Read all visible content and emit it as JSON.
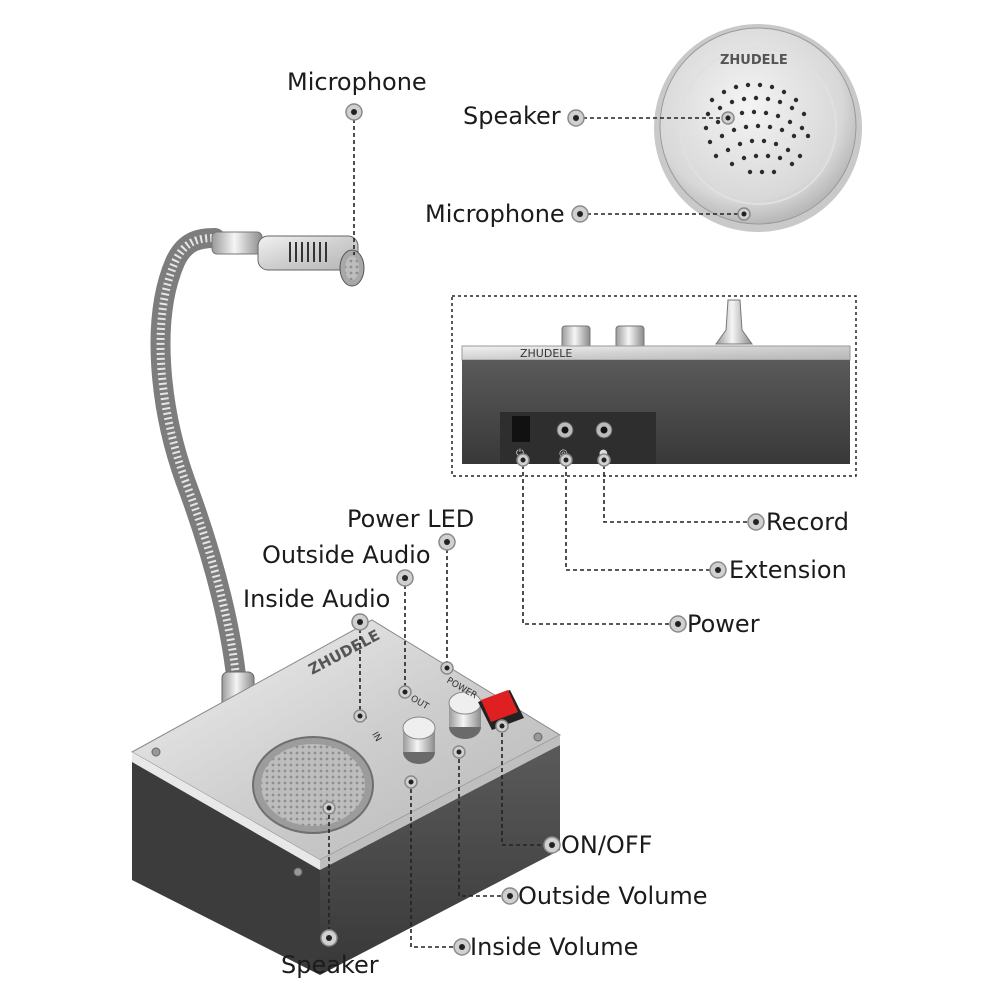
{
  "brand": "ZHUDELE",
  "device_labels": {
    "in": "IN",
    "out": "OUT",
    "power": "POWER"
  },
  "callouts": {
    "microphone_gooseneck": "Microphone",
    "speaker_outside": "Speaker",
    "microphone_outside": "Microphone",
    "power_led": "Power LED",
    "outside_audio": "Outside Audio",
    "inside_audio": "Inside Audio",
    "record": "Record",
    "extension": "Extension",
    "power": "Power",
    "on_off": "ON/OFF",
    "outside_volume": "Outside Volume",
    "inside_volume": "Inside Volume",
    "speaker_base": "Speaker"
  },
  "colors": {
    "silver": "#d9d9d9",
    "dark_gray": "#4a4a4a",
    "switch_red": "#e02020",
    "leader": "#222222"
  }
}
